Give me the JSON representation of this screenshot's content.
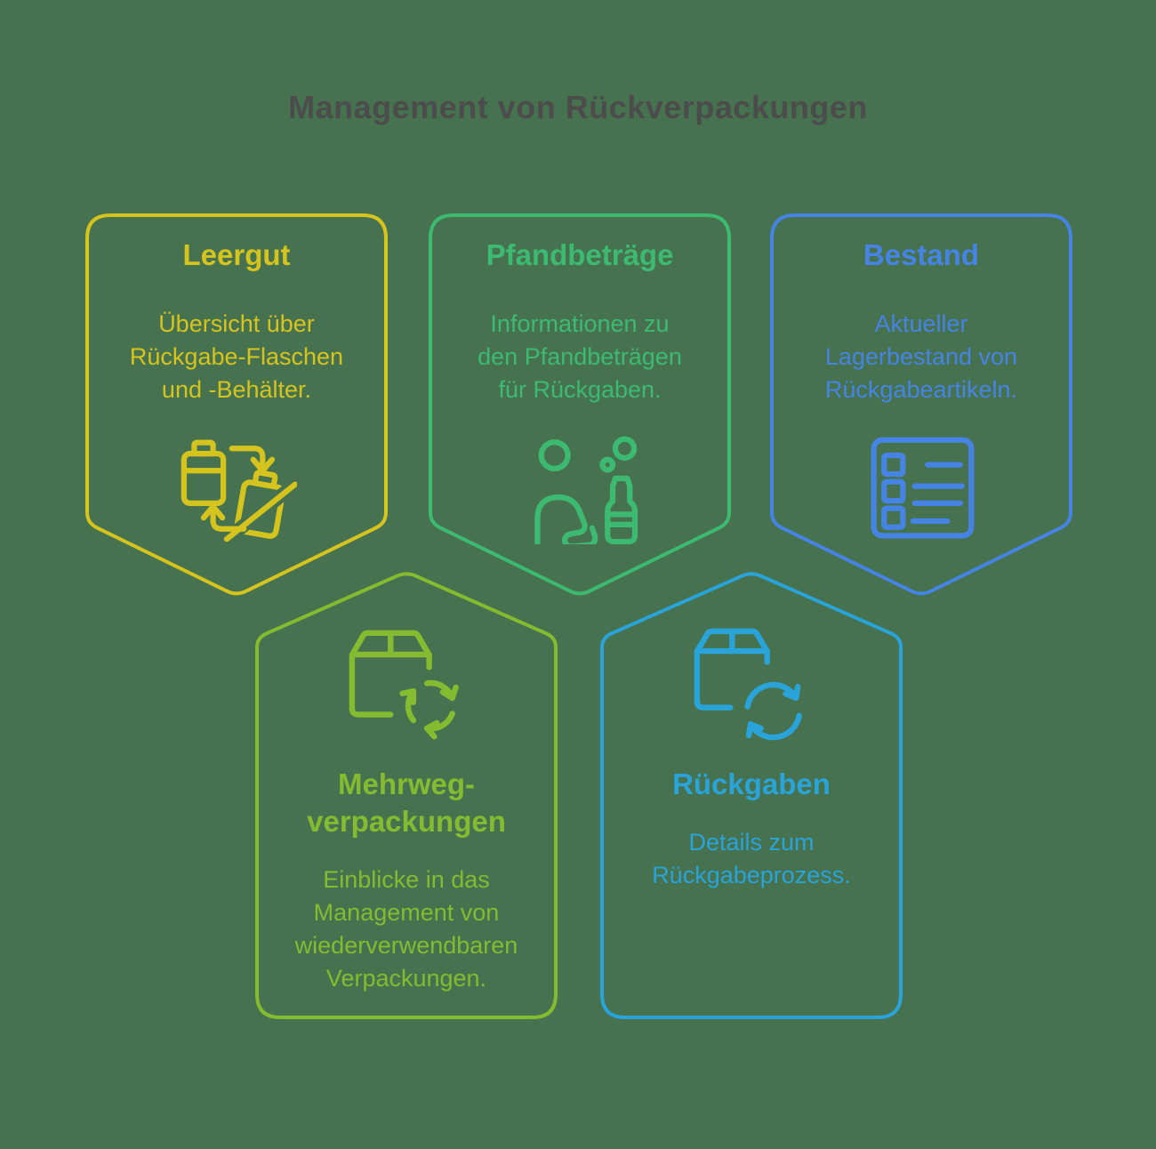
{
  "page": {
    "background_color": "#47724F",
    "title": "Management von Rückverpackungen",
    "title_color": "#4C4C4C"
  },
  "cards": [
    {
      "key": "leergut",
      "title": "Leergut",
      "description": "Übersicht über\nRückgabe-Flaschen\nund -Behälter.",
      "color": "#D6C41E",
      "icon": "bottle-exchange-icon",
      "shape": "badge-point-down"
    },
    {
      "key": "pfandbetraege",
      "title": "Pfandbeträge",
      "description": "Informationen zu\nden Pfandbeträgen\nfür Rückgaben.",
      "color": "#3DBA71",
      "icon": "person-bottle-deposit-icon",
      "shape": "badge-point-down"
    },
    {
      "key": "bestand",
      "title": "Bestand",
      "description": "Aktueller\nLagerbestand von\nRückgabeartikeln.",
      "color": "#4584E4",
      "icon": "inventory-list-icon",
      "shape": "badge-point-down"
    },
    {
      "key": "mehrwegverpackungen",
      "title": "Mehrweg-\nverpackungen",
      "description": "Einblicke in das\nManagement von\nwiederverwendbaren\nVerpackungen.",
      "color": "#84BB31",
      "icon": "package-recycle-icon",
      "shape": "house-point-up"
    },
    {
      "key": "rueckgaben",
      "title": "Rückgaben",
      "description": "Details zum\nRückgabeprozess.",
      "color": "#29A3D8",
      "icon": "package-return-icon",
      "shape": "house-point-up"
    }
  ]
}
